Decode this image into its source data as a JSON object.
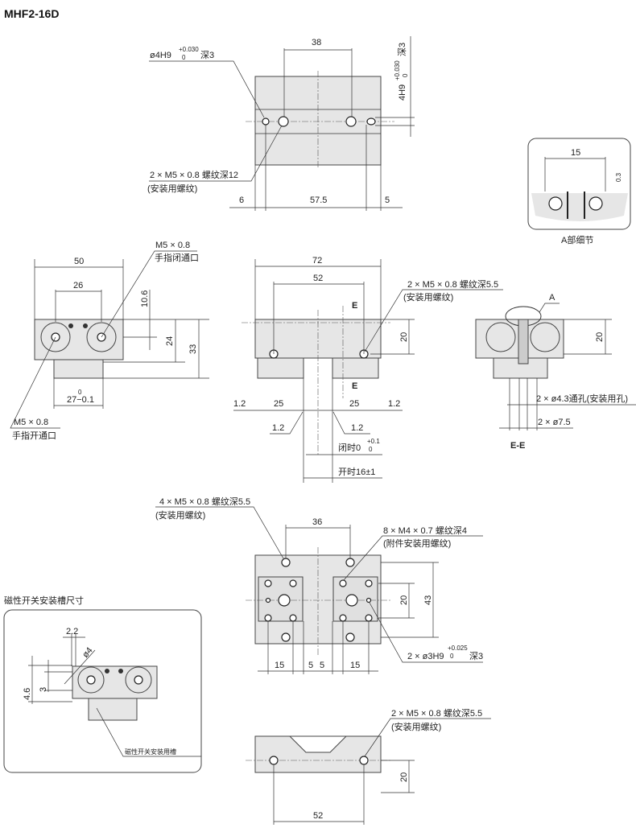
{
  "title": "MHF2-16D",
  "top_view": {
    "dim_38": "38",
    "dim_6": "6",
    "dim_57_5": "57.5",
    "dim_5": "5",
    "pin_hole_label": "ø4H9",
    "pin_hole_tol_upper": "+0.030",
    "pin_hole_tol_lower": "0",
    "pin_hole_depth": "深3",
    "thread_label": "2 × M5 × 0.8 螺纹深12",
    "thread_note": "(安装用螺纹)",
    "slot_label": "4H9",
    "slot_tol_upper": "+0.030",
    "slot_tol_lower": "0",
    "slot_depth": "深3"
  },
  "detail_a": {
    "dim_15": "15",
    "dim_0_3": "0.3",
    "caption": "A部细节"
  },
  "side_view": {
    "dim_50": "50",
    "dim_26": "26",
    "dim_10_6": "10.6",
    "dim_24": "24",
    "dim_33": "33",
    "dim_27_upper": "0",
    "dim_27": "27−0.1",
    "close_port_thread": "M5 × 0.8",
    "close_port_label": "手指闭通口",
    "open_port_thread": "M5 × 0.8",
    "open_port_label": "手指开通口"
  },
  "front_view": {
    "dim_72": "72",
    "dim_52": "52",
    "dim_20": "20",
    "section_mark": "E",
    "dim_1_2": "1.2",
    "dim_25": "25",
    "thread_label": "2 × M5 × 0.8 螺纹深5.5",
    "thread_note": "(安装用螺纹)",
    "closed_label": "闭时0",
    "closed_tol_upper": "+0.1",
    "closed_tol_lower": "0",
    "open_label": "开时16±1"
  },
  "section_ee": {
    "callout": "A",
    "dim_20": "20",
    "through_hole": "2 × ø4.3通孔(安装用孔)",
    "counterbore": "2 × ø7.5",
    "caption": "E-E"
  },
  "bottom_view": {
    "thread_label": "4 × M5 × 0.8 螺纹深5.5",
    "thread_note": "(安装用螺纹)",
    "dim_36": "36",
    "accessory_thread": "8 × M4 × 0.7 螺纹深4",
    "accessory_note": "(附件安装用螺纹)",
    "dim_20": "20",
    "dim_43": "43",
    "pin_hole_label": "2 × ø3H9",
    "pin_hole_tol_upper": "+0.025",
    "pin_hole_tol_lower": "0",
    "pin_hole_depth": "深3",
    "dim_15": "15",
    "dim_5": "5"
  },
  "switch_slot": {
    "heading": "磁性开关安装槽尺寸",
    "dim_2_2": "2.2",
    "dim_o4": "ø4",
    "dim_4_6": "4.6",
    "dim_3": "3",
    "slot_label": "磁性开关安装用槽"
  },
  "lower_front_view": {
    "thread_label": "2 × M5 × 0.8 螺纹深5.5",
    "thread_note": "(安装用螺纹)",
    "dim_20": "20",
    "dim_52": "52"
  }
}
